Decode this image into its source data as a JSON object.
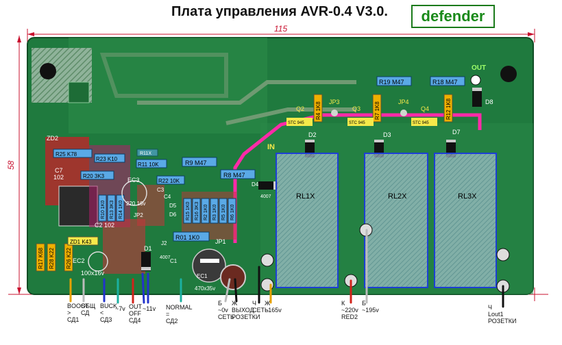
{
  "title": "Плата управления AVR-0.4  V3.0.",
  "brand": "defender",
  "dimensions": {
    "width": "115",
    "height": "58"
  },
  "colors": {
    "board": "#1f7a3e",
    "board_dark": "#175f30",
    "copper": "#6f9a72",
    "trace": "#ff2aa8",
    "relay_outline": "#1d3fd6",
    "resistor": "#5aa9e6",
    "dim_line": "#c8102e",
    "chip_red": "#c2343a",
    "label_yellow": "#f5e94a",
    "label_green": "#9eff6a"
  },
  "resistors": [
    "R25 K78",
    "R23 K10",
    "R20 3K3",
    "R11X",
    "R11 10K",
    "R9 M47",
    "R8 M47",
    "R22 10K",
    "R01 1K0",
    "R19 M47",
    "R18 M47",
    "R4 1K8",
    "R7 1K8",
    "R12 1K8",
    "R10 1K0",
    "R13 3K3",
    "R14 1K0",
    "R15 1K0",
    "R16 3K3",
    "R2 1K0",
    "R3 1K0",
    "R5 1K0",
    "R6 1K0",
    "R17 K68",
    "R28 K22",
    "R26 K22"
  ],
  "components": {
    "zd2": "ZD2",
    "c7": "C7",
    "c7_value": "102",
    "c2": "C2 102",
    "zd1": "ZD1 K43",
    "ec2": "EC2",
    "ec2_value": "100x16v",
    "ec3": "EC3",
    "ec3_value": "220 16v",
    "jp2": "JP2",
    "c3": "C3",
    "c4": "C4",
    "d5": "D5",
    "d6": "D6",
    "j2": "J2",
    "d1": "D1",
    "d1_part": "4007",
    "c1": "C1",
    "ec1": "EC1",
    "ec1_value": "470x35v",
    "jp1": "JP1",
    "in": "IN",
    "d4": "D4",
    "d4_part": "4007",
    "q2": "Q2",
    "q3": "Q3",
    "q4": "Q4",
    "q_part": "STC 945",
    "jp3": "JP3",
    "jp4": "JP4",
    "d2": "D2",
    "d3": "D3",
    "d7": "D7",
    "d8": "D8",
    "d_part": "4007",
    "out": "OUT"
  },
  "relays": [
    "RL1X",
    "RL2X",
    "RL3X"
  ],
  "wire_labels": {
    "boost": "BOOST\n>\nСД1",
    "obsh": "ОБЩ\nСД",
    "buck": "BUCK\n<\nСД3",
    "v7": "~7v",
    "out_off": "OUT\nOFF\nСД4",
    "v11": "~11v",
    "normal": "NORMAL\n=\nСД2",
    "set1": "Б\n~0v\nСЕТЬ",
    "vyhod": "Ж\nВЫХОД\nРОЗЕТКИ",
    "set2": "Ч\nСЕТЬ",
    "v165": "Ж\n~165v",
    "v220": "К\n~220v\nRED2",
    "v195": "Б\n~195v",
    "lout": "Ч\nLout1\nРОЗЕТКИ"
  }
}
